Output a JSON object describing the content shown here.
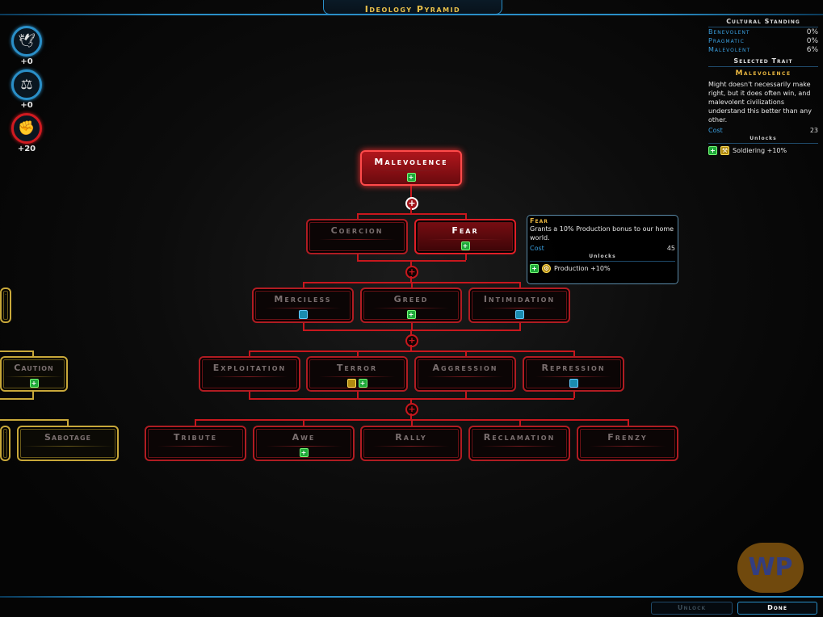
{
  "title": "Ideology Pyramid",
  "ideology_scores": [
    {
      "name": "benevolent",
      "icon": "dove-icon",
      "glyph": "🕊",
      "value": "+0",
      "color": "#2a8fc8"
    },
    {
      "name": "pragmatic",
      "icon": "scales-icon",
      "glyph": "⚖",
      "value": "+0",
      "color": "#2a8fc8"
    },
    {
      "name": "malevolent",
      "icon": "fist-icon",
      "glyph": "✊",
      "value": "+20",
      "color": "#d01a20"
    }
  ],
  "standing": {
    "header": "Cultural Standing",
    "rows": [
      {
        "label": "Benevolent",
        "value": "0%"
      },
      {
        "label": "Pragmatic",
        "value": "0%"
      },
      {
        "label": "Malevolent",
        "value": "6%"
      }
    ],
    "selected_header": "Selected Trait",
    "trait_name": "Malevolence",
    "description": "Might doesn't necessarily make right, but it does often win, and malevolent civilizations understand this better than any other.",
    "cost_label": "Cost",
    "cost": "23",
    "unlocks_label": "Unlocks",
    "unlock": "Soldiering +10%"
  },
  "tooltip": {
    "title": "Fear",
    "description": "Grants a 10% Production bonus to our home world.",
    "cost_label": "Cost",
    "cost": "45",
    "unlocks_label": "Unlocks",
    "unlock": "Production +10%"
  },
  "nodes": [
    {
      "name": "Malevolence",
      "state": "active",
      "badges": [
        "green"
      ]
    },
    {
      "name": "Coercion",
      "state": "normal",
      "badges": []
    },
    {
      "name": "Fear",
      "state": "selected",
      "badges": [
        "green"
      ]
    },
    {
      "name": "Merciless",
      "state": "normal",
      "badges": [
        "blue"
      ]
    },
    {
      "name": "Greed",
      "state": "normal",
      "badges": [
        "green"
      ]
    },
    {
      "name": "Intimidation",
      "state": "normal",
      "badges": [
        "blue"
      ]
    },
    {
      "name": "Exploitation",
      "state": "normal",
      "badges": []
    },
    {
      "name": "Terror",
      "state": "normal",
      "badges": [
        "gold",
        "green"
      ]
    },
    {
      "name": "Aggression",
      "state": "normal",
      "badges": []
    },
    {
      "name": "Repression",
      "state": "normal",
      "badges": [
        "blue"
      ]
    },
    {
      "name": "Tribute",
      "state": "normal",
      "badges": []
    },
    {
      "name": "Awe",
      "state": "normal",
      "badges": [
        "green"
      ]
    },
    {
      "name": "Rally",
      "state": "normal",
      "badges": []
    },
    {
      "name": "Reclamation",
      "state": "normal",
      "badges": []
    },
    {
      "name": "Frenzy",
      "state": "normal",
      "badges": []
    },
    {
      "name": "",
      "state": "pragmatic",
      "badges": []
    },
    {
      "name": "Caution",
      "state": "pragmatic",
      "badges": [
        "green"
      ]
    },
    {
      "name": "",
      "state": "pragmatic",
      "badges": []
    },
    {
      "name": "Sabotage",
      "state": "pragmatic",
      "badges": []
    }
  ],
  "buttons": {
    "unlock": "Unlock",
    "done": "Done"
  },
  "watermark": "WP"
}
